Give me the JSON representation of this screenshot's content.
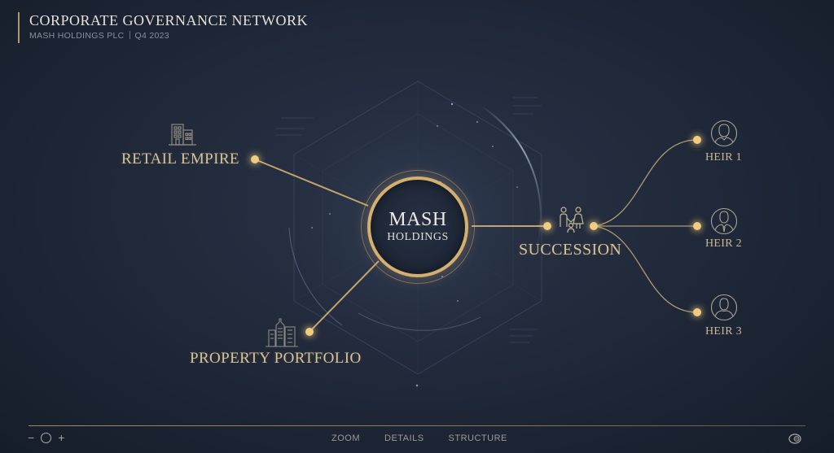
{
  "header": {
    "title": "CORPORATE GOVERNANCE NETWORK",
    "company": "MASH HOLDINGS PLC",
    "period": "Q4 2023"
  },
  "center_node": {
    "title": "MASH",
    "subtitle": "HOLDINGS"
  },
  "nodes": {
    "retail": {
      "label": "RETAIL EMPIRE",
      "icon": "office-building-icon"
    },
    "property": {
      "label": "PROPERTY PORTFOLIO",
      "icon": "skyscraper-icon"
    },
    "succession": {
      "label": "SUCCESSION",
      "icon": "family-icon"
    }
  },
  "heirs": [
    {
      "label": "HEIR 1",
      "icon": "person-avatar-icon"
    },
    {
      "label": "HEIR 2",
      "icon": "person-tie-avatar-icon"
    },
    {
      "label": "HEIR 3",
      "icon": "person-silhouette-icon"
    }
  ],
  "footer": {
    "zoom_out": "−",
    "zoom_in": "+",
    "menu": [
      "ZOOM",
      "DETAILS",
      "STRUCTURE"
    ]
  },
  "colors": {
    "background": "#1f2738",
    "gold": "#d4b070",
    "gold_glow": "#f0cc80",
    "text_light": "#e6e2da",
    "text_muted": "#8a909c"
  }
}
